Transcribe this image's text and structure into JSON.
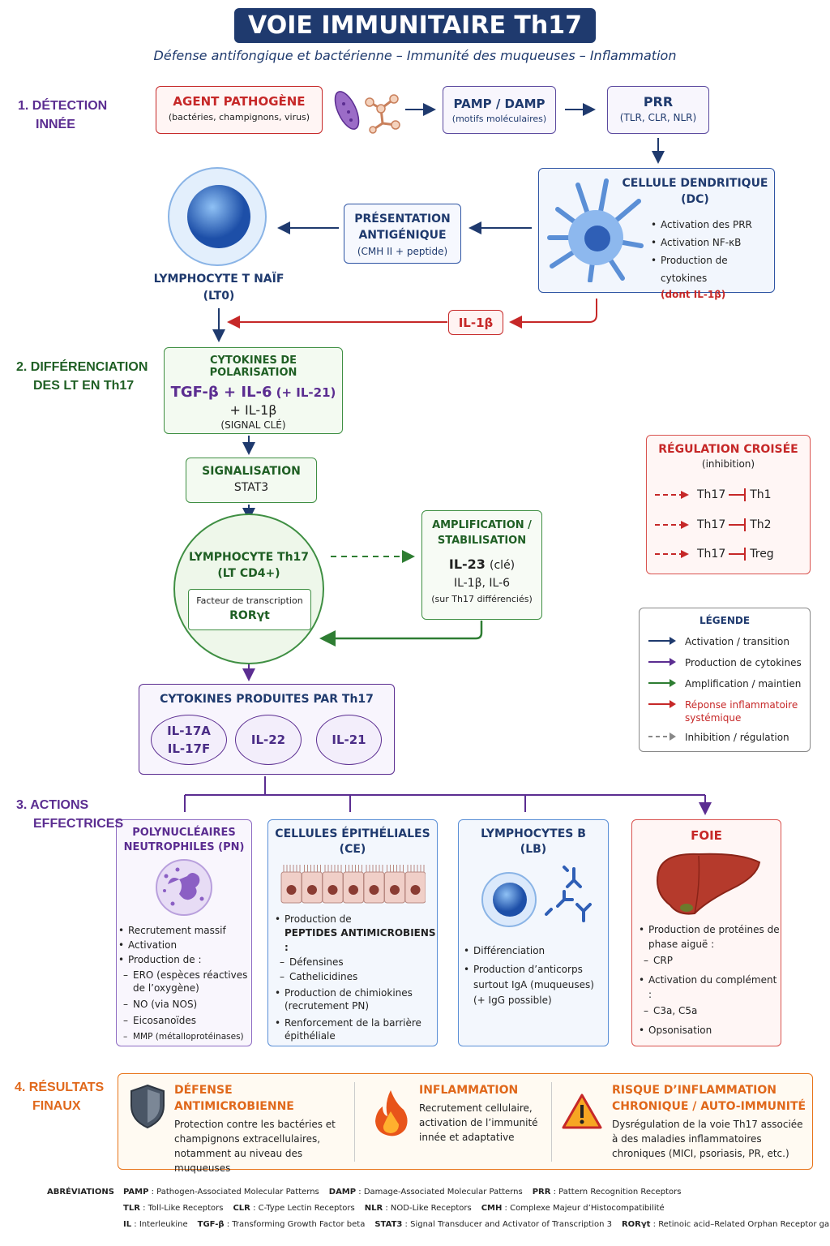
{
  "title": "VOIE IMMUNITAIRE Th17",
  "subtitle": "Défense antifongique et bactérienne – Immunité des muqueuses – Inflammation",
  "sections": {
    "s1": [
      "1. DÉTECTION",
      "INNÉE"
    ],
    "s2": [
      "2. DIFFÉRENCIATION",
      "DES LT EN Th17"
    ],
    "s3": [
      "3. ACTIONS",
      "EFFECTRICES"
    ],
    "s4": [
      "4. RÉSULTATS",
      "FINAUX"
    ]
  },
  "pathogen": {
    "title": "AGENT PATHOGÈNE",
    "sub": "(bactéries, champignons, virus)"
  },
  "pamp": {
    "title": "PAMP / DAMP",
    "sub": "(motifs moléculaires)"
  },
  "prr": {
    "title": "PRR",
    "sub": "(TLR, CLR, NLR)"
  },
  "dc": {
    "title": [
      "CELLULE DENDRITIQUE",
      "(DC)"
    ],
    "items": [
      "Activation des PRR",
      "Activation NF-κB",
      "Production de cytokines"
    ],
    "note": "(dont IL-1β)"
  },
  "presentation": {
    "title": [
      "PRÉSENTATION",
      "ANTIGÉNIQUE"
    ],
    "sub": "(CMH II + peptide)"
  },
  "naive": {
    "title": "LYMPHOCYTE T NAÏF",
    "sub": "(LT0)"
  },
  "il1b": "IL-1β",
  "polarisation": {
    "title": "CYTOKINES DE POLARISATION",
    "main": "TGF-β + IL-6",
    "extra": "(+ IL-21)",
    "line2": "+ IL-1β",
    "key": "(SIGNAL CLÉ)"
  },
  "signal": {
    "title": "SIGNALISATION",
    "sub": "STAT3"
  },
  "th17": {
    "title": [
      "LYMPHOCYTE Th17",
      "(LT CD4+)"
    ],
    "tf": "Facteur de transcription",
    "ror": "RORγt"
  },
  "amplification": {
    "title": [
      "AMPLIFICATION /",
      "STABILISATION"
    ],
    "il23": "IL-23",
    "cle": "(clé)",
    "others": "IL-1β, IL-6",
    "note": "(sur Th17 différenciés)"
  },
  "produced": {
    "title": "CYTOKINES PRODUITES PAR Th17",
    "ovals": [
      [
        "IL-17A",
        "IL-17F"
      ],
      [
        "IL-22"
      ],
      [
        "IL-21"
      ]
    ]
  },
  "regulation": {
    "title": "RÉGULATION CROISÉE",
    "sub": "(inhibition)",
    "rows": [
      [
        "Th17",
        "Th1"
      ],
      [
        "Th17",
        "Th2"
      ],
      [
        "Th17",
        "Treg"
      ]
    ]
  },
  "legend": {
    "title": "LÉGENDE",
    "items": [
      {
        "label": "Activation / transition",
        "color": "#1f3a6e"
      },
      {
        "label": "Production de cytokines",
        "color": "#5b2d91"
      },
      {
        "label": "Amplification / maintien",
        "color": "#2e7d32"
      },
      {
        "label": "Réponse inflammatoire systémique",
        "color": "#c62828"
      },
      {
        "label": "Inhibition / régulation",
        "color": "#888888"
      }
    ]
  },
  "pn": {
    "title": [
      "POLYNUCLÉAIRES",
      "NEUTROPHILES (PN)"
    ],
    "items": [
      "Recrutement massif",
      "Activation",
      "Production de :"
    ],
    "sub": [
      "ERO (espèces réactives de l’oxygène)",
      "NO (via NOS)",
      "Eicosanoïdes",
      "MMP (métalloprotéinases)"
    ]
  },
  "ce": {
    "title": [
      "CELLULES ÉPITHÉLIALES",
      "(CE)"
    ],
    "i1": "Production de",
    "i1b": "PEPTIDES ANTIMICROBIENS :",
    "sub": [
      "Défensines",
      "Cathelicidines"
    ],
    "i2": "Production de chimiokines (recrutement PN)",
    "i3": "Renforcement de la barrière épithéliale"
  },
  "lb": {
    "title": [
      "LYMPHOCYTES B",
      "(LB)"
    ],
    "items": [
      "Différenciation",
      "Production d’anticorps surtout IgA (muqueuses) (+ IgG possible)"
    ]
  },
  "foie": {
    "title": "FOIE",
    "i1": "Production de protéines de phase aiguë :",
    "s1": "CRP",
    "i2": "Activation du complément :",
    "s2": "C3a, C5a",
    "i3": "Opsonisation"
  },
  "results": [
    {
      "title": "DÉFENSE ANTIMICROBIENNE",
      "text": "Protection contre les bactéries et champignons extracellulaires, notamment au niveau des muqueuses",
      "icon": "shield-icon"
    },
    {
      "title": "INFLAMMATION",
      "text": "Recrutement cellulaire, activation de l’immunité innée et adaptative",
      "icon": "flame-icon"
    },
    {
      "title": "RISQUE D’INFLAMMATION CHRONIQUE / AUTO-IMMUNITÉ",
      "text": "Dysrégulation de la voie Th17 associée à des maladies inflammatoires chroniques (MICI, psoriasis, PR, etc.)",
      "icon": "warning-icon"
    }
  ],
  "abbreviations": {
    "label": "ABRÉVIATIONS",
    "rows": [
      [
        [
          "PAMP",
          "Pathogen-Associated Molecular Patterns"
        ],
        [
          "DAMP",
          "Damage-Associated Molecular Patterns"
        ],
        [
          "PRR",
          "Pattern Recognition Receptors"
        ]
      ],
      [
        [
          "TLR",
          "Toll-Like Receptors"
        ],
        [
          "CLR",
          "C-Type Lectin Receptors"
        ],
        [
          "NLR",
          "NOD-Like Receptors"
        ],
        [
          "CMH",
          "Complexe Majeur d’Histocompatibilité"
        ]
      ],
      [
        [
          "IL",
          "Interleukine"
        ],
        [
          "TGF-β",
          "Transforming Growth Factor beta"
        ],
        [
          "STAT3",
          "Signal Transducer and Activator of Transcription 3"
        ],
        [
          "RORγt",
          "Retinoic acid–Related Orphan Receptor gamma t"
        ]
      ]
    ]
  },
  "colors": {
    "navy": "#1f3a6e",
    "purple": "#5b2d91",
    "green": "#2e7d32",
    "red": "#c62828",
    "orange": "#e8741a"
  }
}
